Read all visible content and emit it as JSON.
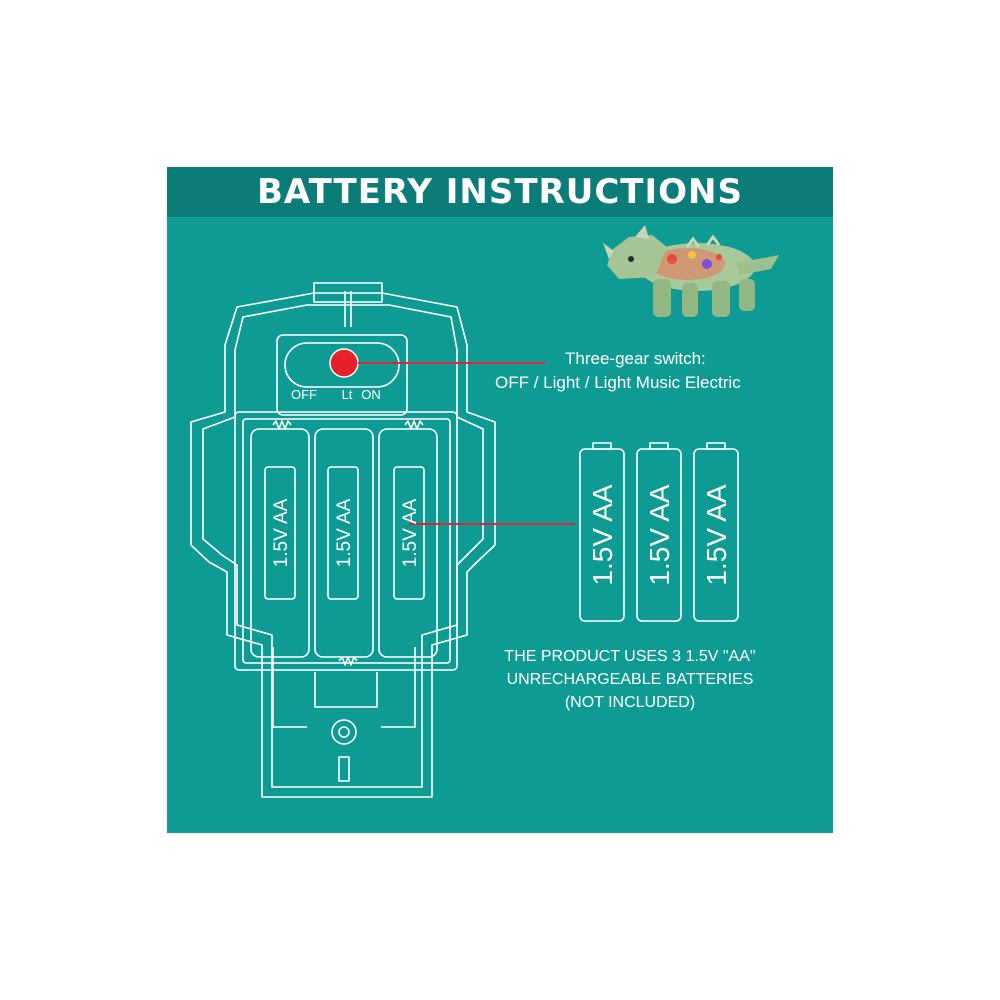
{
  "title": "BATTERY INSTRUCTIONS",
  "switch": {
    "title": "Three-gear switch:",
    "modes": "OFF  /  Light  /  Light Music Electric",
    "positions": [
      "OFF",
      "Lt",
      "ON"
    ]
  },
  "battery_label": "1.5V AA",
  "notice": {
    "line1": "THE PRODUCT USES 3 1.5V \"AA\"",
    "line2": "UNRECHARGEABLE BATTERIES",
    "line3": "(NOT INCLUDED)"
  },
  "colors": {
    "background": "#0e9b93",
    "title_bar": "#0b7c77",
    "switch_knob": "#e5212b",
    "pointer_line": "#d9263a",
    "line_art": "#ffffff"
  }
}
